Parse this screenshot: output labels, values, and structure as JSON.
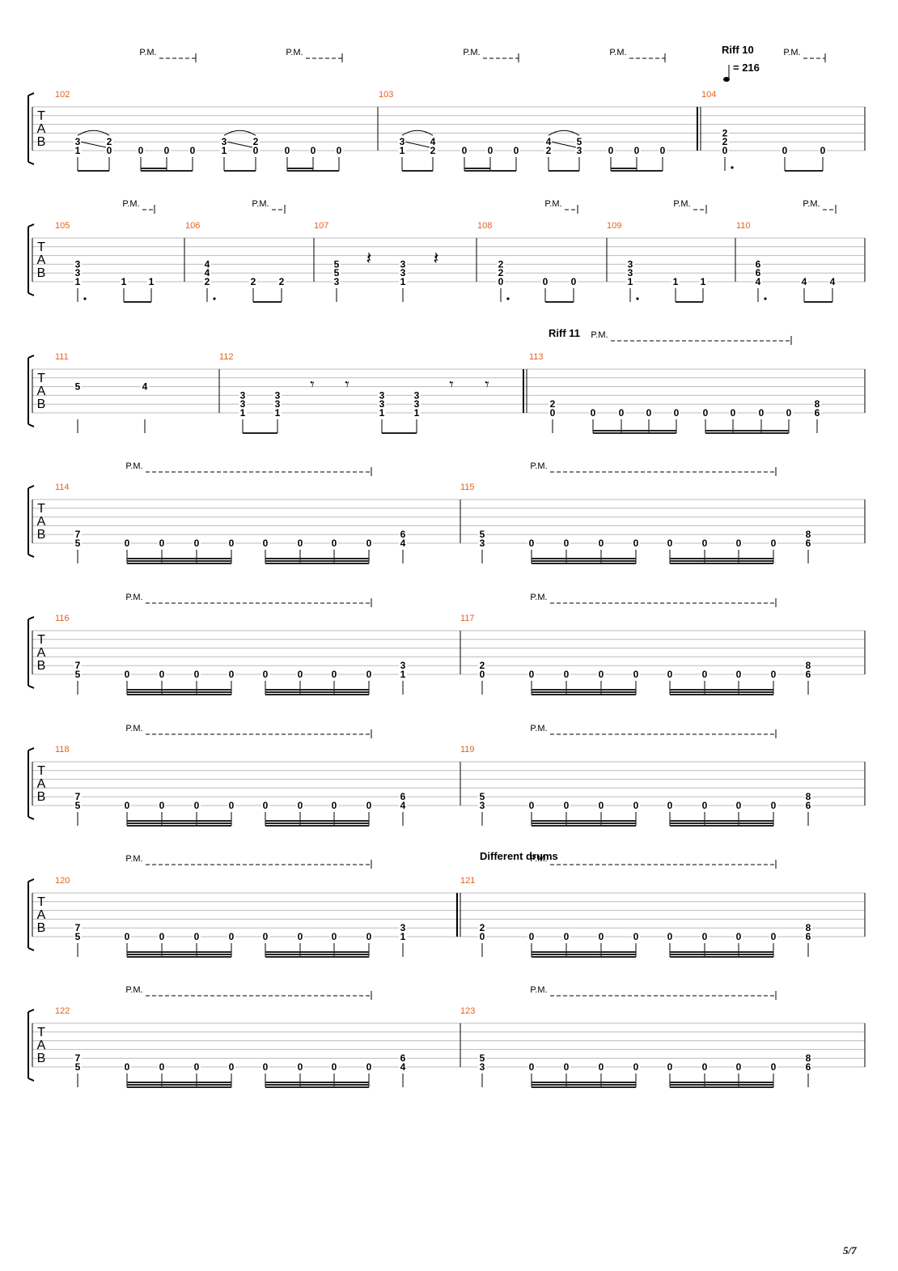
{
  "page_number": "5/7",
  "labels": {
    "palm_mute": "P.M.",
    "tab_letters": [
      "T",
      "A",
      "B"
    ],
    "riff_10": "Riff 10",
    "tempo": "= 216",
    "riff_11": "Riff 11",
    "different_drums": "Different drums"
  },
  "systems": [
    {
      "measures": [
        {
          "number": "102",
          "notes": [
            [
              "3",
              "1"
            ],
            [
              "2",
              "0"
            ],
            [
              "0"
            ],
            [
              "0"
            ],
            [
              "0"
            ],
            [
              "3",
              "1"
            ],
            [
              "2",
              "0"
            ],
            [
              "0"
            ],
            [
              "0"
            ],
            [
              "0"
            ]
          ]
        },
        {
          "number": "103",
          "notes": [
            [
              "3",
              "1"
            ],
            [
              "4",
              "2"
            ],
            [
              "0"
            ],
            [
              "0"
            ],
            [
              "0"
            ],
            [
              "4",
              "2"
            ],
            [
              "5",
              "3"
            ],
            [
              "0"
            ],
            [
              "0"
            ],
            [
              "0"
            ]
          ]
        },
        {
          "number": "104",
          "notes": [
            [
              "2",
              "2",
              "0"
            ],
            [
              "0"
            ],
            [
              "0"
            ]
          ]
        }
      ]
    },
    {
      "measures": [
        {
          "number": "105",
          "notes": [
            [
              "3",
              "3",
              "1"
            ],
            [
              "1"
            ],
            [
              "1"
            ]
          ]
        },
        {
          "number": "106",
          "notes": [
            [
              "4",
              "4",
              "2"
            ],
            [
              "2"
            ],
            [
              "2"
            ]
          ]
        },
        {
          "number": "107",
          "notes": [
            [
              "5",
              "5",
              "3"
            ],
            [
              "3",
              "3",
              "1"
            ]
          ]
        },
        {
          "number": "108",
          "notes": [
            [
              "2",
              "2",
              "0"
            ],
            [
              "0"
            ],
            [
              "0"
            ]
          ]
        },
        {
          "number": "109",
          "notes": [
            [
              "3",
              "3",
              "1"
            ],
            [
              "1"
            ],
            [
              "1"
            ]
          ]
        },
        {
          "number": "110",
          "notes": [
            [
              "6",
              "6",
              "4"
            ],
            [
              "4"
            ],
            [
              "4"
            ]
          ]
        }
      ]
    },
    {
      "measures": [
        {
          "number": "111",
          "notes": [
            [
              "5"
            ],
            [
              "4"
            ]
          ]
        },
        {
          "number": "112",
          "notes": [
            [
              "3",
              "3",
              "1"
            ],
            [
              "3",
              "3",
              "1"
            ],
            [
              "3",
              "3",
              "1"
            ],
            [
              "3",
              "3",
              "1"
            ]
          ]
        },
        {
          "number": "113",
          "notes": [
            [
              "2",
              "0"
            ],
            [
              "0"
            ],
            [
              "0"
            ],
            [
              "0"
            ],
            [
              "0"
            ],
            [
              "0"
            ],
            [
              "0"
            ],
            [
              "0"
            ],
            [
              "0"
            ],
            [
              "8",
              "6"
            ]
          ]
        }
      ]
    },
    {
      "measures": [
        {
          "number": "114",
          "notes": [
            [
              "7",
              "5"
            ],
            [
              "0"
            ],
            [
              "0"
            ],
            [
              "0"
            ],
            [
              "0"
            ],
            [
              "0"
            ],
            [
              "0"
            ],
            [
              "0"
            ],
            [
              "0"
            ],
            [
              "6",
              "4"
            ]
          ]
        },
        {
          "number": "115",
          "notes": [
            [
              "5",
              "3"
            ],
            [
              "0"
            ],
            [
              "0"
            ],
            [
              "0"
            ],
            [
              "0"
            ],
            [
              "0"
            ],
            [
              "0"
            ],
            [
              "0"
            ],
            [
              "0"
            ],
            [
              "8",
              "6"
            ]
          ]
        }
      ]
    },
    {
      "measures": [
        {
          "number": "116",
          "notes": [
            [
              "7",
              "5"
            ],
            [
              "0"
            ],
            [
              "0"
            ],
            [
              "0"
            ],
            [
              "0"
            ],
            [
              "0"
            ],
            [
              "0"
            ],
            [
              "0"
            ],
            [
              "0"
            ],
            [
              "3",
              "1"
            ]
          ]
        },
        {
          "number": "117",
          "notes": [
            [
              "2",
              "0"
            ],
            [
              "0"
            ],
            [
              "0"
            ],
            [
              "0"
            ],
            [
              "0"
            ],
            [
              "0"
            ],
            [
              "0"
            ],
            [
              "0"
            ],
            [
              "0"
            ],
            [
              "8",
              "6"
            ]
          ]
        }
      ]
    },
    {
      "measures": [
        {
          "number": "118",
          "notes": [
            [
              "7",
              "5"
            ],
            [
              "0"
            ],
            [
              "0"
            ],
            [
              "0"
            ],
            [
              "0"
            ],
            [
              "0"
            ],
            [
              "0"
            ],
            [
              "0"
            ],
            [
              "0"
            ],
            [
              "6",
              "4"
            ]
          ]
        },
        {
          "number": "119",
          "notes": [
            [
              "5",
              "3"
            ],
            [
              "0"
            ],
            [
              "0"
            ],
            [
              "0"
            ],
            [
              "0"
            ],
            [
              "0"
            ],
            [
              "0"
            ],
            [
              "0"
            ],
            [
              "0"
            ],
            [
              "8",
              "6"
            ]
          ]
        }
      ]
    },
    {
      "measures": [
        {
          "number": "120",
          "notes": [
            [
              "7",
              "5"
            ],
            [
              "0"
            ],
            [
              "0"
            ],
            [
              "0"
            ],
            [
              "0"
            ],
            [
              "0"
            ],
            [
              "0"
            ],
            [
              "0"
            ],
            [
              "0"
            ],
            [
              "3",
              "1"
            ]
          ]
        },
        {
          "number": "121",
          "notes": [
            [
              "2",
              "0"
            ],
            [
              "0"
            ],
            [
              "0"
            ],
            [
              "0"
            ],
            [
              "0"
            ],
            [
              "0"
            ],
            [
              "0"
            ],
            [
              "0"
            ],
            [
              "0"
            ],
            [
              "8",
              "6"
            ]
          ]
        }
      ]
    },
    {
      "measures": [
        {
          "number": "122",
          "notes": [
            [
              "7",
              "5"
            ],
            [
              "0"
            ],
            [
              "0"
            ],
            [
              "0"
            ],
            [
              "0"
            ],
            [
              "0"
            ],
            [
              "0"
            ],
            [
              "0"
            ],
            [
              "0"
            ],
            [
              "6",
              "4"
            ]
          ]
        },
        {
          "number": "123",
          "notes": [
            [
              "5",
              "3"
            ],
            [
              "0"
            ],
            [
              "0"
            ],
            [
              "0"
            ],
            [
              "0"
            ],
            [
              "0"
            ],
            [
              "0"
            ],
            [
              "0"
            ],
            [
              "0"
            ],
            [
              "8",
              "6"
            ]
          ]
        }
      ]
    }
  ]
}
